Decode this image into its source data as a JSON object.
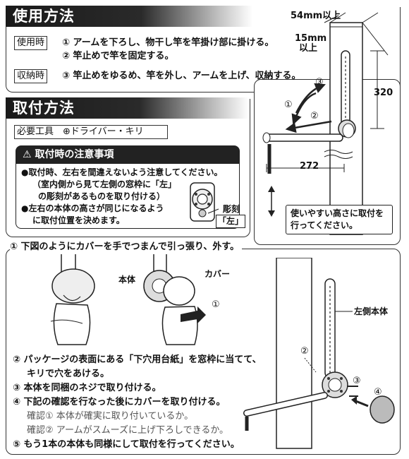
{
  "usage": {
    "title": "使用方法",
    "use_tag": "使用時",
    "step1": "① アームを下ろし、物干し竿を竿掛け部に掛ける。",
    "step2": "② 竿止めで竿を固定する。",
    "store_tag": "収納時",
    "step3": "③ 竿止めをゆるめ、竿を外し、アームを上げ、収納する。"
  },
  "install": {
    "title": "取付方法",
    "tools": "必要工具　⊕ドライバー・キリ",
    "caution_title": "取付時の注意事項",
    "caution_lines": [
      "●取付時、左右を間違えないよう注意してください。",
      "（室内側から見て左側の窓枠に「左」",
      "の彫刻があるものを取り付ける）",
      "●左右の本体の高さが同じになるよう",
      "に取付位置を決めます。"
    ],
    "engrave_label1": "彫刻",
    "engrave_label2": "「左」"
  },
  "diagram": {
    "dim_top": "54mm以上",
    "dim_side1": "15mm",
    "dim_side2": "以上",
    "dim_height": "320",
    "dim_width": "272",
    "n1": "①",
    "n2": "②",
    "n3": "③",
    "note_line1": "使いやすい高さに取付を",
    "note_line2": "行ってください。"
  },
  "steps": {
    "s1": "① 下図のようにカバーを手でつまんで引っ張り、外す。",
    "label_body": "本体",
    "label_cover": "カバー",
    "label_left_body": "左側本体",
    "c1": "①",
    "c2": "②",
    "c3": "③",
    "c4": "④",
    "s2a": "② パッケージの表面にある「下穴用台紙」を窓枠に当てて、",
    "s2b": "キリで穴をあける。",
    "s3": "③ 本体を同梱のネジで取り付ける。",
    "s4": "④ 下記の確認を行なった後にカバーを取り付ける。",
    "check1": "確認① 本体が確実に取り付いているか。",
    "check2": "確認② アームがスムーズに上げ下ろしできるか。",
    "s5": "⑤ もう1本の本体も同様にして取付を行ってください。"
  }
}
